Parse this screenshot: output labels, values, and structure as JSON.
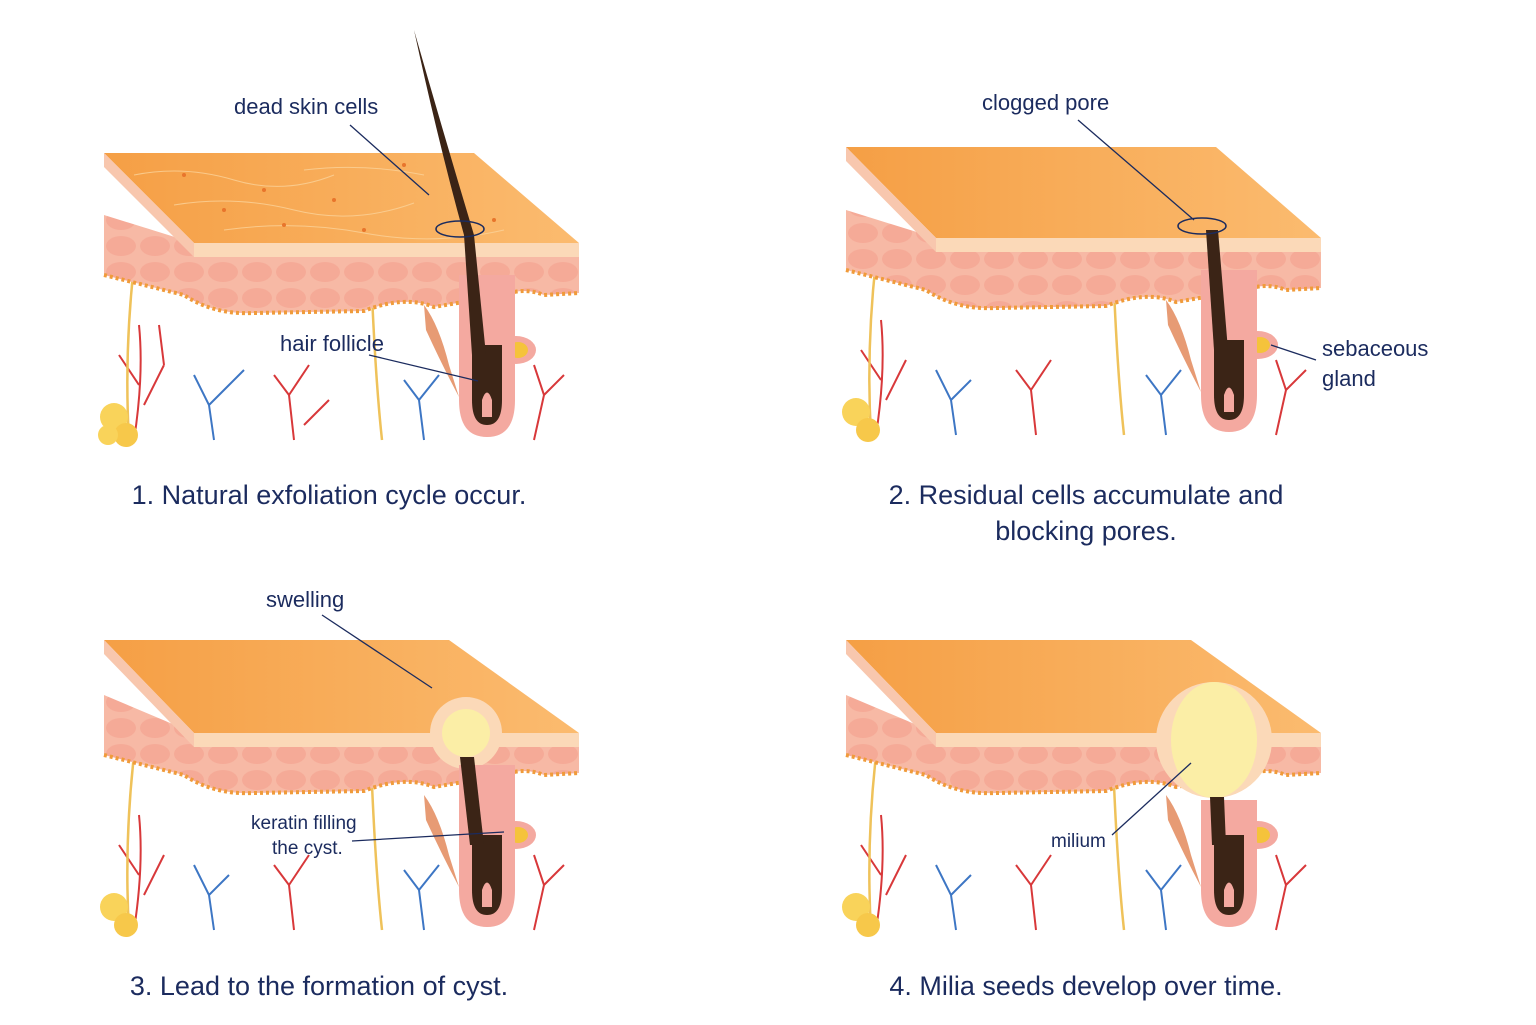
{
  "panels": [
    {
      "caption": "1. Natural exfoliation cycle occur.",
      "labels": {
        "dead_skin": "dead skin cells",
        "hair_follicle": "hair follicle"
      }
    },
    {
      "caption": "2. Residual cells accumulate and blocking pores.",
      "labels": {
        "clogged_pore": "clogged pore",
        "sebaceous": "sebaceous",
        "gland": "gland"
      }
    },
    {
      "caption": "3. Lead to the formation of cyst.",
      "labels": {
        "swelling": "swelling",
        "keratin_1": "keratin filling",
        "keratin_2": "the cyst."
      }
    },
    {
      "caption": "4. Milia seeds develop over time.",
      "labels": {
        "milium": "milium"
      }
    }
  ],
  "colors": {
    "skin_top": "#f7a54d",
    "skin_top_light": "#fbbf76",
    "epidermis": "#f6b6a4",
    "dermis_cells": "#f3a08c",
    "hair": "#3b2416",
    "follicle": "#f4a9a0",
    "gland": "#f5c33b",
    "cyst": "#fbeea6",
    "vein": "#3d76c4",
    "artery": "#d8383a",
    "nerve": "#efc25a",
    "text": "#1b2b5e"
  }
}
